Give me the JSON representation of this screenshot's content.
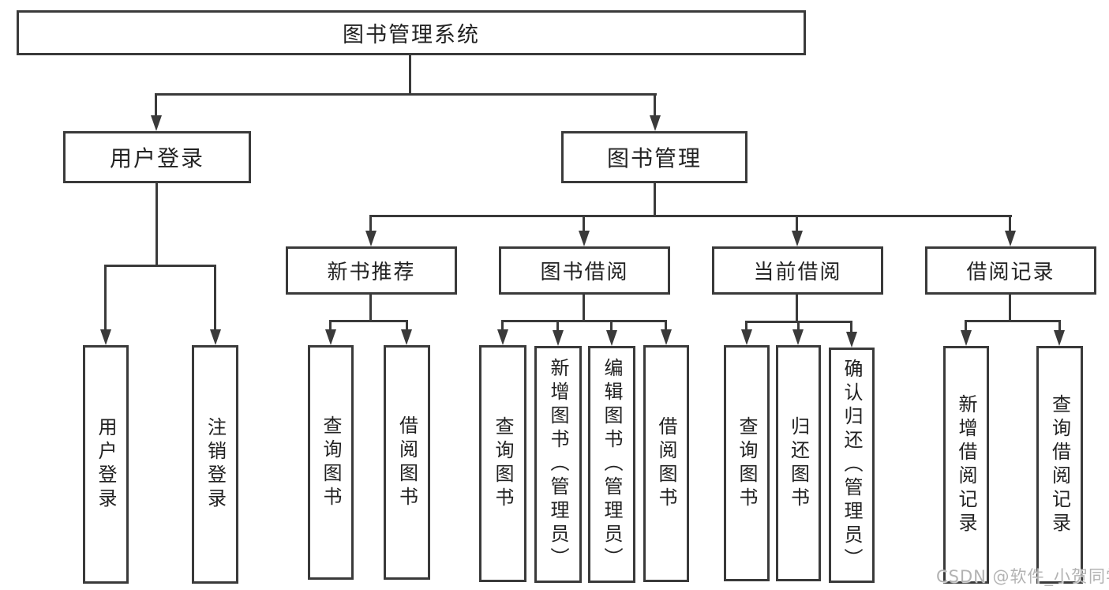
{
  "title": "图书管理系统",
  "watermark": "CSDN @软件_小贺同学",
  "colors": {
    "line": "#3a3a3a",
    "text": "#222222",
    "background": "#ffffff",
    "watermark": "#b3b3b3"
  },
  "tree": {
    "label": "图书管理系统",
    "children": [
      {
        "label": "用户登录",
        "children": [
          {
            "label": "用户登录"
          },
          {
            "label": "注销登录"
          }
        ]
      },
      {
        "label": "图书管理",
        "children": [
          {
            "label": "新书推荐",
            "children": [
              {
                "label": "查询图书"
              },
              {
                "label": "借阅图书"
              }
            ]
          },
          {
            "label": "图书借阅",
            "children": [
              {
                "label": "查询图书"
              },
              {
                "label": "新增图书（管理员）"
              },
              {
                "label": "编辑图书（管理员）"
              },
              {
                "label": "借阅图书"
              }
            ]
          },
          {
            "label": "当前借阅",
            "children": [
              {
                "label": "查询图书"
              },
              {
                "label": "归还图书"
              },
              {
                "label": "确认归还（管理员）"
              }
            ]
          },
          {
            "label": "借阅记录",
            "children": [
              {
                "label": "新增借阅记录"
              },
              {
                "label": "查询借阅记录"
              }
            ]
          }
        ]
      }
    ]
  }
}
